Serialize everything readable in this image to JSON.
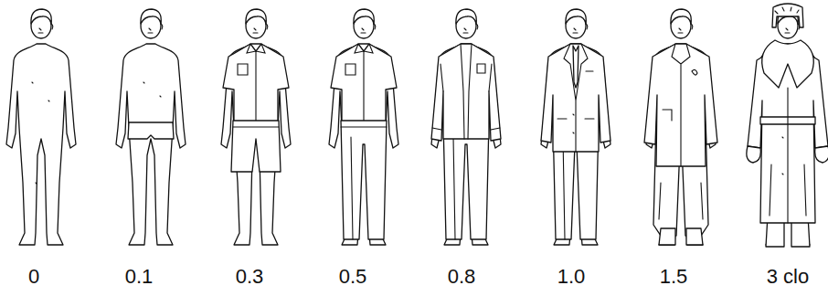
{
  "diagram": {
    "labels": [
      "0",
      "0.1",
      "0.3",
      "0.5",
      "0.8",
      "1.0",
      "1.5",
      "3 clo"
    ]
  }
}
